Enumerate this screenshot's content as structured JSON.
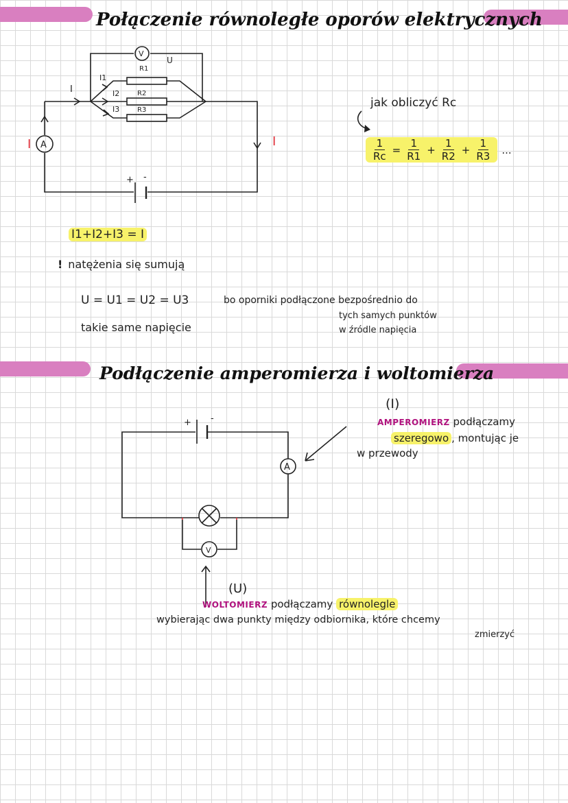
{
  "section1": {
    "title": "Połączenie równoległe oporów elektrycznych",
    "circuit_labels": {
      "voltmeter": "V",
      "voltage": "U",
      "current": "I",
      "i1": "I1",
      "i2": "I2",
      "i3": "I3",
      "r1": "R1",
      "r2": "R2",
      "r3": "R3",
      "ammeter": "A",
      "plus": "+",
      "minus": "-",
      "current_left": "I",
      "current_right": "I"
    },
    "question": "jak obliczyć Rc",
    "formula": {
      "lhs_num": "1",
      "lhs_den": "Rc",
      "equals": "=",
      "plus": "+",
      "terms": [
        {
          "num": "1",
          "den": "R1"
        },
        {
          "num": "1",
          "den": "R2"
        },
        {
          "num": "1",
          "den": "R3"
        }
      ],
      "ellipsis": "..."
    },
    "current_sum": "I1+I2+I3 = I",
    "exclamation": "!",
    "currents_note": "natężenia się sumują",
    "voltage_eq": "U = U1 = U2 = U3",
    "same_voltage": "takie same napięcie",
    "because": "bo oporniki podłączone bezpośrednio do",
    "because_2": "tych samych punktów",
    "because_3": "w źródle napięcia"
  },
  "section2": {
    "title": "Podłączenie amperomierza i woltomierza",
    "circuit_labels": {
      "plus": "+",
      "minus": "-",
      "ammeter": "A",
      "voltmeter": "V"
    },
    "ammeter_note": {
      "symbol": "(I)",
      "keyword": "AMPEROMIERZ",
      "text1": "podłączamy",
      "highlight": "szeregowo",
      "text2": ", montując je",
      "text3": "w przewody"
    },
    "voltmeter_note": {
      "symbol": "(U)",
      "keyword": "WOLTOMIERZ",
      "text1": "podłączamy",
      "highlight": "równolegle",
      "text2": "wybierając dwa punkty między odbiornika, które chcemy",
      "text3": "zmierzyć"
    }
  },
  "colors": {
    "accent_pink": "#d97fc0",
    "highlight_yellow": "#f7f26a",
    "keyword_magenta": "#b0127e",
    "probe_red": "#e0303a",
    "grid": "#d9d9d9"
  }
}
